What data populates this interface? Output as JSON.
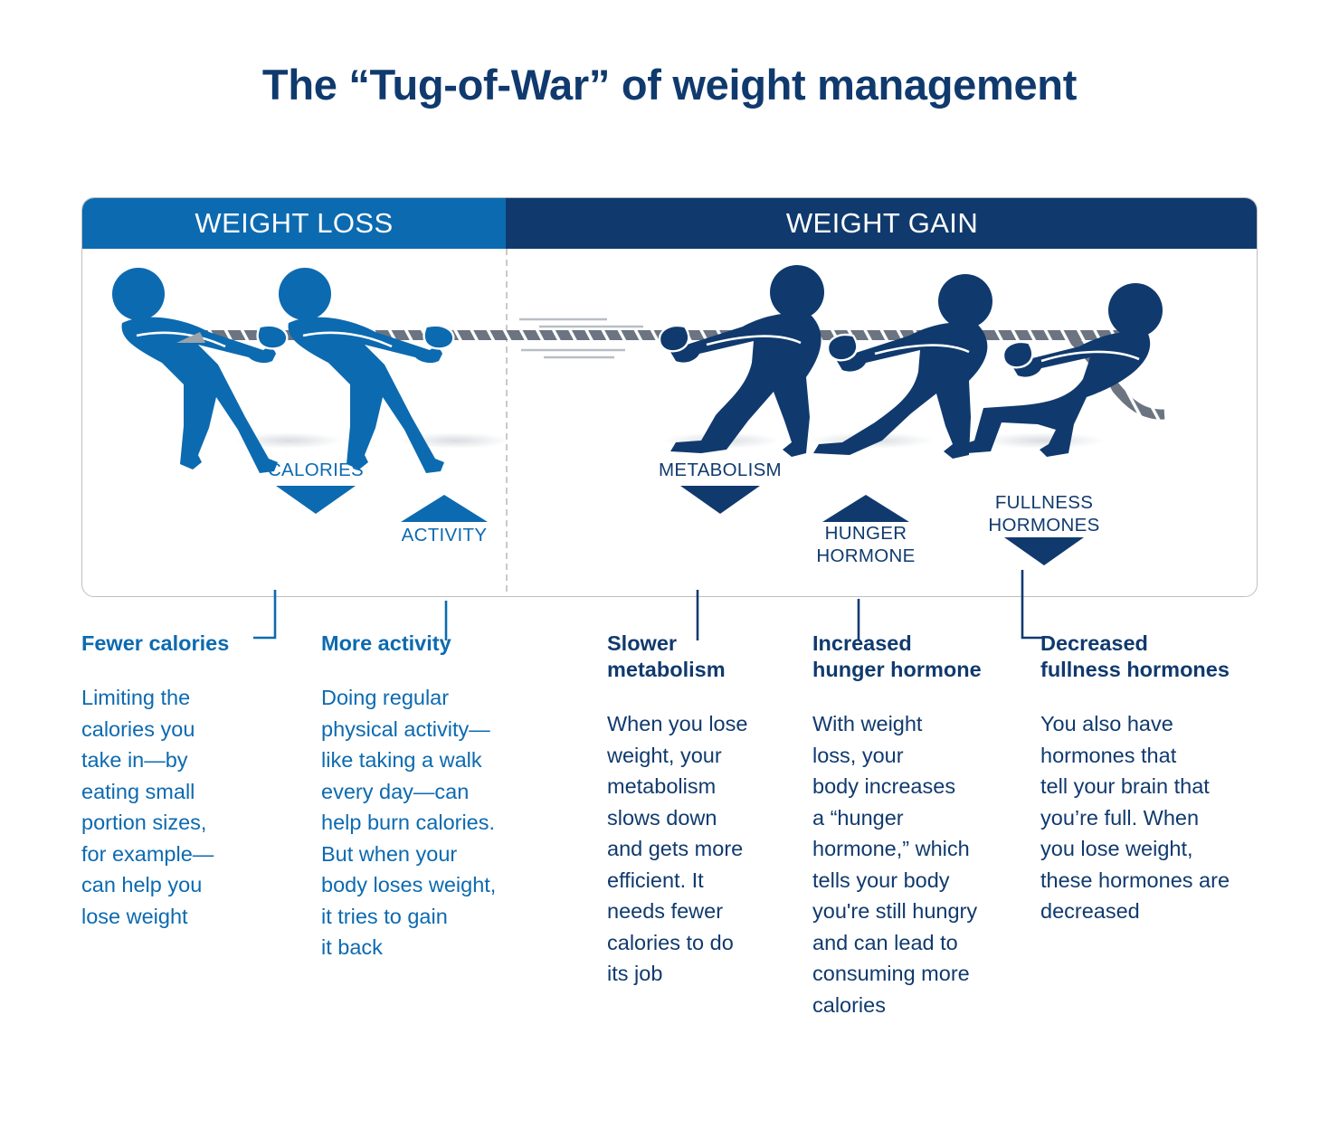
{
  "title": "The “Tug-of-War” of weight management",
  "colors": {
    "weight_loss_blue": "#0c6ab0",
    "weight_gain_navy": "#103a6e",
    "rope_gray": "#6b7480",
    "card_border": "#bfbfbf"
  },
  "header": {
    "left_label": "WEIGHT LOSS",
    "right_label": "WEIGHT GAIN"
  },
  "figure_labels": [
    {
      "text": "CALORIES",
      "arrow": "down",
      "side": "loss"
    },
    {
      "text": "ACTIVITY",
      "arrow": "up",
      "side": "loss"
    },
    {
      "text": "METABOLISM",
      "arrow": "down",
      "side": "gain"
    },
    {
      "text": "HUNGER\nHORMONE",
      "arrow": "up",
      "side": "gain"
    },
    {
      "text": "FULLNESS\nHORMONES",
      "arrow": "down",
      "side": "gain"
    }
  ],
  "columns": [
    {
      "heading": "Fewer calories",
      "body": "Limiting the\ncalories you\ntake in—by\neating small\nportion sizes,\nfor example—\ncan help you\nlose weight",
      "side": "loss"
    },
    {
      "heading": "More activity",
      "body": "Doing regular\nphysical activity—\nlike taking a walk\nevery day—can\nhelp burn calories.\nBut when your\nbody loses weight,\nit tries to gain\nit back",
      "side": "loss"
    },
    {
      "heading": "Slower\nmetabolism",
      "body": "When you lose\nweight, your\nmetabolism\nslows down\nand gets more\nefficient. It\nneeds fewer\ncalories to do\nits job",
      "side": "gain"
    },
    {
      "heading": "Increased\nhunger hormone",
      "body": "With weight\nloss, your\nbody increases\na “hunger\nhormone,” which\ntells your body\nyou're still hungry\nand can lead to\nconsuming more\ncalories",
      "side": "gain"
    },
    {
      "heading": "Decreased\nfullness hormones",
      "body": "You also have\nhormones that\ntell your brain that\nyou’re full. When\nyou lose weight,\nthese hormones are\ndecreased",
      "side": "gain"
    }
  ]
}
